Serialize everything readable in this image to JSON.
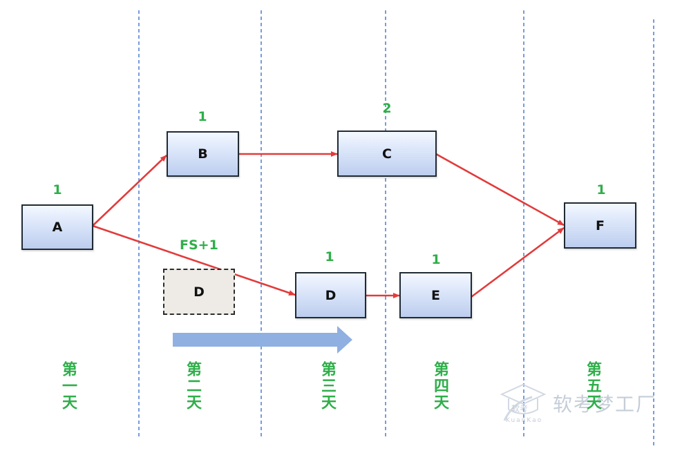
{
  "nodes": {
    "A": {
      "label": "A",
      "duration": "1"
    },
    "B": {
      "label": "B",
      "duration": "1"
    },
    "C": {
      "label": "C",
      "duration": "2"
    },
    "D_ghost": {
      "label": "D"
    },
    "D": {
      "label": "D",
      "duration": "1"
    },
    "E": {
      "label": "E",
      "duration": "1"
    },
    "F": {
      "label": "F",
      "duration": "1"
    }
  },
  "lag_label": "FS+1",
  "days": [
    "第一天",
    "第二天",
    "第三天",
    "第四天",
    "第五天"
  ],
  "watermark": {
    "brand": "软考梦工厂",
    "badge": "软考",
    "sub": "KuanKao"
  },
  "colors": {
    "arrow": "#e23b3b",
    "accent_text": "#2fae4a",
    "divider": "#4a7bd0",
    "shift_arrow": "#8fb0e0"
  }
}
